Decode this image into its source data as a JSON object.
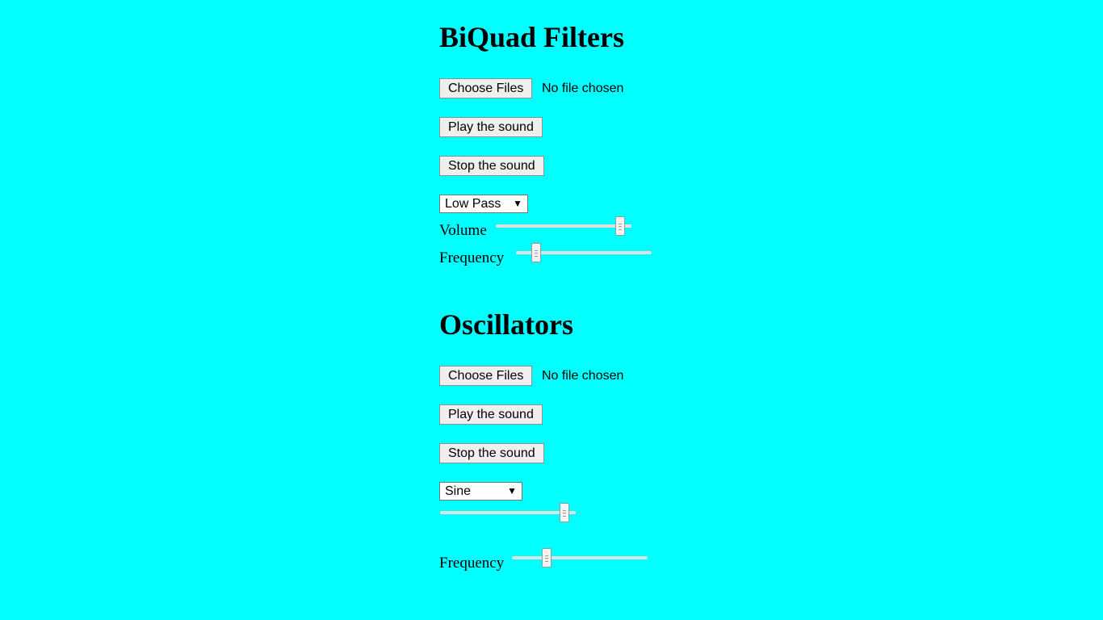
{
  "biquad": {
    "title": "BiQuad Filters",
    "file_button": "Choose Files",
    "file_status": "No file chosen",
    "play_label": "Play the sound",
    "stop_label": "Stop the sound",
    "filter_select": "Low Pass",
    "volume_label": "Volume",
    "volume_level": 0.95,
    "frequency_label": "Frequency",
    "frequency_level": 0.12
  },
  "oscillators": {
    "title": "Oscillators",
    "file_button": "Choose Files",
    "file_status": "No file chosen",
    "play_label": "Play the sound",
    "stop_label": "Stop the sound",
    "wave_select": "Sine",
    "slider_level": 0.95,
    "frequency_label": "Frequency",
    "frequency_level": 0.24
  }
}
